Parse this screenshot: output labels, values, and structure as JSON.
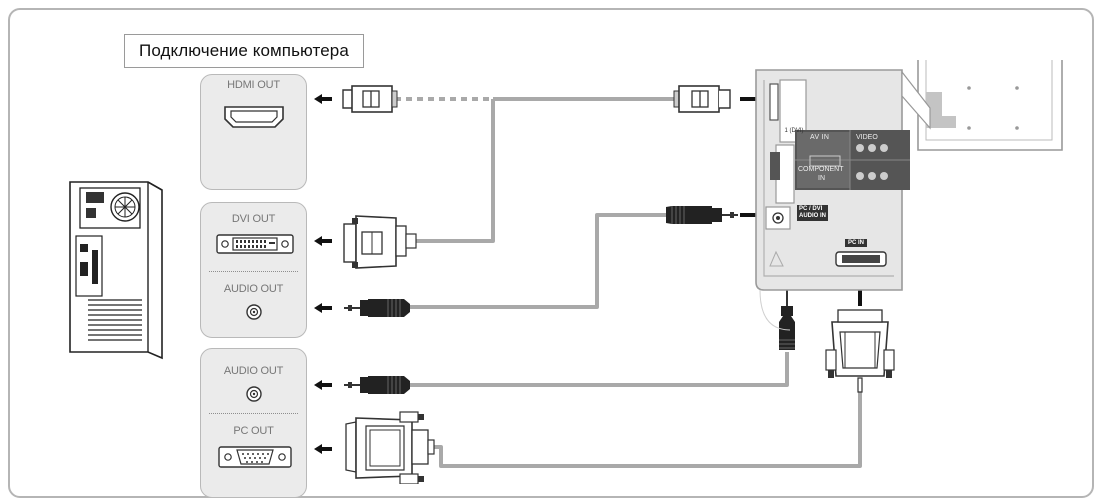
{
  "title": "Подключение компьютера",
  "pc_ports": {
    "hdmi_out": "HDMI OUT",
    "dvi_out": "DVI OUT",
    "audio_out": "AUDIO OUT",
    "audio_out_2": "AUDIO OUT",
    "pc_out": "PC OUT"
  },
  "tv_ports": {
    "hdmi_dvi": "1 (DVI)",
    "av_in": "AV IN",
    "video": "VIDEO",
    "component_in": "COMPONENT",
    "component_in_2": "IN",
    "pc_dvi_audio_in": "PC / DVI",
    "pc_dvi_audio_in_2": "AUDIO IN",
    "pc_in": "PC IN"
  },
  "colors": {
    "cable": "#a9a9a9",
    "panel_bg": "#ebebeb",
    "frame": "#b5b5b5",
    "arrow": "#111111"
  }
}
